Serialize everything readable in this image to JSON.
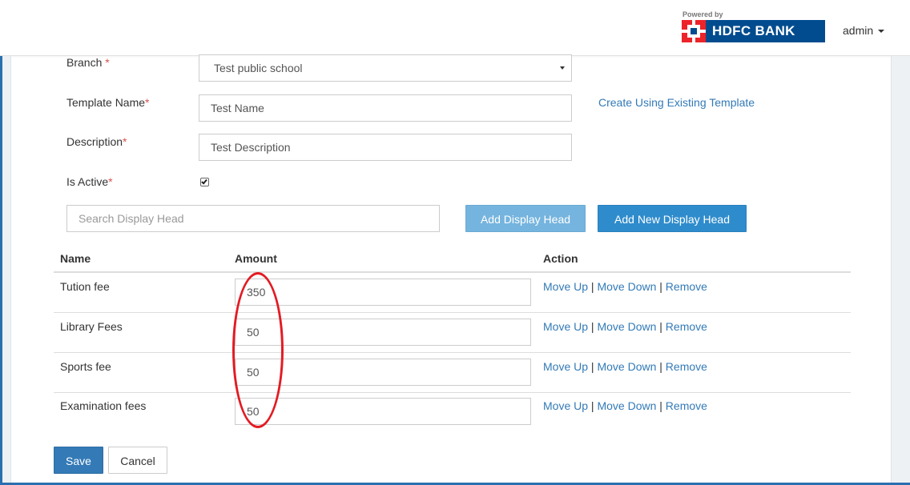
{
  "header": {
    "powered_by": "Powered by",
    "bank_name": "HDFC BANK",
    "user": "admin"
  },
  "form": {
    "branch": {
      "label": "Branch",
      "required_mark": "*",
      "value": "Test public school"
    },
    "template_name": {
      "label": "Template Name",
      "required_mark": "*",
      "value": "Test Name"
    },
    "description": {
      "label": "Description",
      "required_mark": "*",
      "value": "Test Description"
    },
    "is_active": {
      "label": "Is Active",
      "required_mark": "*",
      "checked": true
    },
    "create_link": "Create Using Existing Template",
    "search_placeholder": "Search Display Head",
    "add_display_head": "Add Display Head",
    "add_new_display_head": "Add New Display Head"
  },
  "table": {
    "headers": [
      "Name",
      "Amount",
      "Action"
    ],
    "rows": [
      {
        "name": "Tution fee",
        "amount": "350"
      },
      {
        "name": "Library Fees",
        "amount": "50"
      },
      {
        "name": "Sports fee",
        "amount": "50"
      },
      {
        "name": "Examination fees",
        "amount": "50"
      }
    ],
    "actions": {
      "move_up": "Move Up",
      "move_down": "Move Down",
      "remove": "Remove",
      "separator": "|"
    }
  },
  "footer": {
    "save": "Save",
    "cancel": "Cancel"
  },
  "colors": {
    "primary": "#337ab7",
    "brand_red": "#ed232a",
    "brand_blue": "#004c8f",
    "highlight": "#e31b23"
  }
}
